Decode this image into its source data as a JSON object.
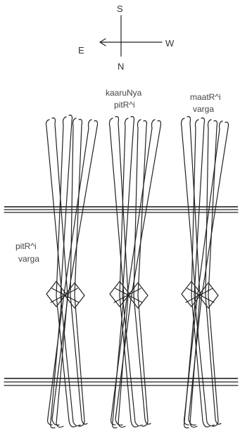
{
  "compass": {
    "south": "S",
    "north": "N",
    "east": "E",
    "west": "W"
  },
  "groups": {
    "pitr_varga_left": {
      "line1": "pitR^i",
      "line2": "varga"
    },
    "kaarunya_pitr": {
      "line1": "kaaruNya",
      "line2": "pitR^i"
    },
    "maatr_varga": {
      "line1": "maatR^i",
      "line2": "varga"
    }
  },
  "colors": {
    "ink": "#222222",
    "text": "#444444",
    "background": "#ffffff"
  }
}
